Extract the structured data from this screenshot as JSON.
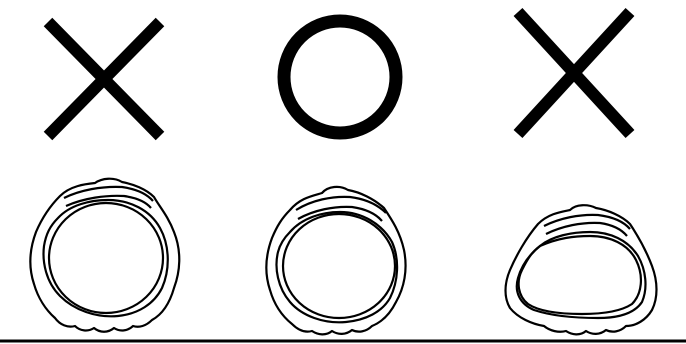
{
  "panels": [
    {
      "mark": "cross",
      "mark_icon": "x-mark-icon",
      "shape": "round",
      "shape_icon": "round-shell-ring-icon",
      "judgement": "incorrect"
    },
    {
      "mark": "circle",
      "mark_icon": "circle-mark-icon",
      "shape": "round",
      "shape_icon": "round-shell-ring-icon",
      "judgement": "correct"
    },
    {
      "mark": "cross",
      "mark_icon": "x-mark-icon",
      "shape": "flattened",
      "shape_icon": "flattened-shell-ring-icon",
      "judgement": "incorrect"
    }
  ],
  "colors": {
    "ink": "#000000",
    "background": "#ffffff",
    "shell_fill": "#ffffff"
  }
}
